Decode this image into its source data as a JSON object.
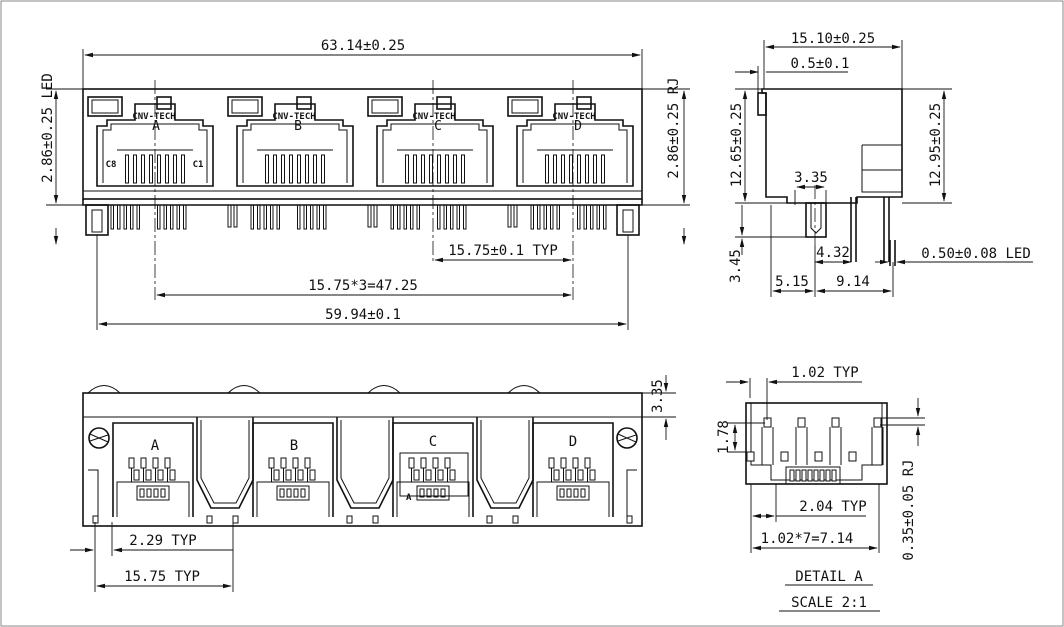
{
  "drawing": {
    "front_view": {
      "overall_width": "63.14±0.25",
      "led_height": "2.86±0.25 LED",
      "rj_height": "2.86±0.25 RJ",
      "pitch_typ": "15.75±0.1 TYP",
      "pitch_total": "15.75*3=47.25",
      "peg_span": "59.94±0.1",
      "brand": "CNV-TECH",
      "port_labels": [
        "A",
        "B",
        "C",
        "D"
      ],
      "pin_label_left": "C8",
      "pin_label_right": "C1"
    },
    "side_view": {
      "depth": "15.10±0.25",
      "offset": "0.5±0.1",
      "height_led": "12.65±0.25",
      "height_rj": "12.95±0.25",
      "pin_gap": "3.35",
      "tail_length": "3.45",
      "pin_offset": "4.32",
      "front_to_pin": "5.15",
      "pin_to_pin": "9.14",
      "led_pin": "0.50±0.08 LED"
    },
    "bottom_view": {
      "depth": "3.35",
      "pin_row_offset": "2.29 TYP",
      "port_pitch": "15.75 TYP",
      "port_labels": [
        "A",
        "B",
        "C",
        "D"
      ],
      "detail_marker": "A"
    },
    "detail": {
      "led_pitch": "1.02 TYP",
      "row_offset": "1.78",
      "pin_row_gap": "2.04 TYP",
      "pin_span": "1.02*7=7.14",
      "rj_pin": "0.35±0.05 RJ",
      "title": "DETAIL A",
      "scale": "SCALE 2:1"
    }
  }
}
